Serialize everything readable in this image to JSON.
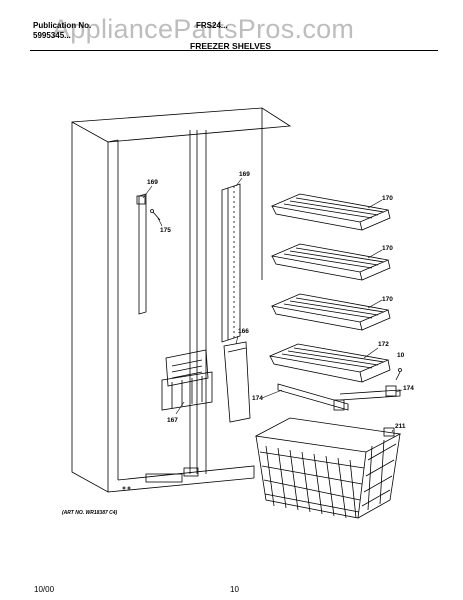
{
  "header": {
    "publication_label": "Publication No.",
    "publication_number": "5995345...",
    "model_number": "FRS24...",
    "section_title": "FREEZER SHELVES"
  },
  "watermark": "AppliancePartsPros.com",
  "callouts": {
    "c169_left": "169",
    "c169_right": "169",
    "c175": "175",
    "c166": "166",
    "c167": "167",
    "c170_top": "170",
    "c170_second": "170",
    "c170_third": "170",
    "c172": "172",
    "c10": "10",
    "c174_right": "174",
    "c174_left": "174",
    "c211": "211"
  },
  "art_number": "(ART NO. WR18387 C4)",
  "footer": {
    "date": "10/00",
    "page": "10"
  }
}
